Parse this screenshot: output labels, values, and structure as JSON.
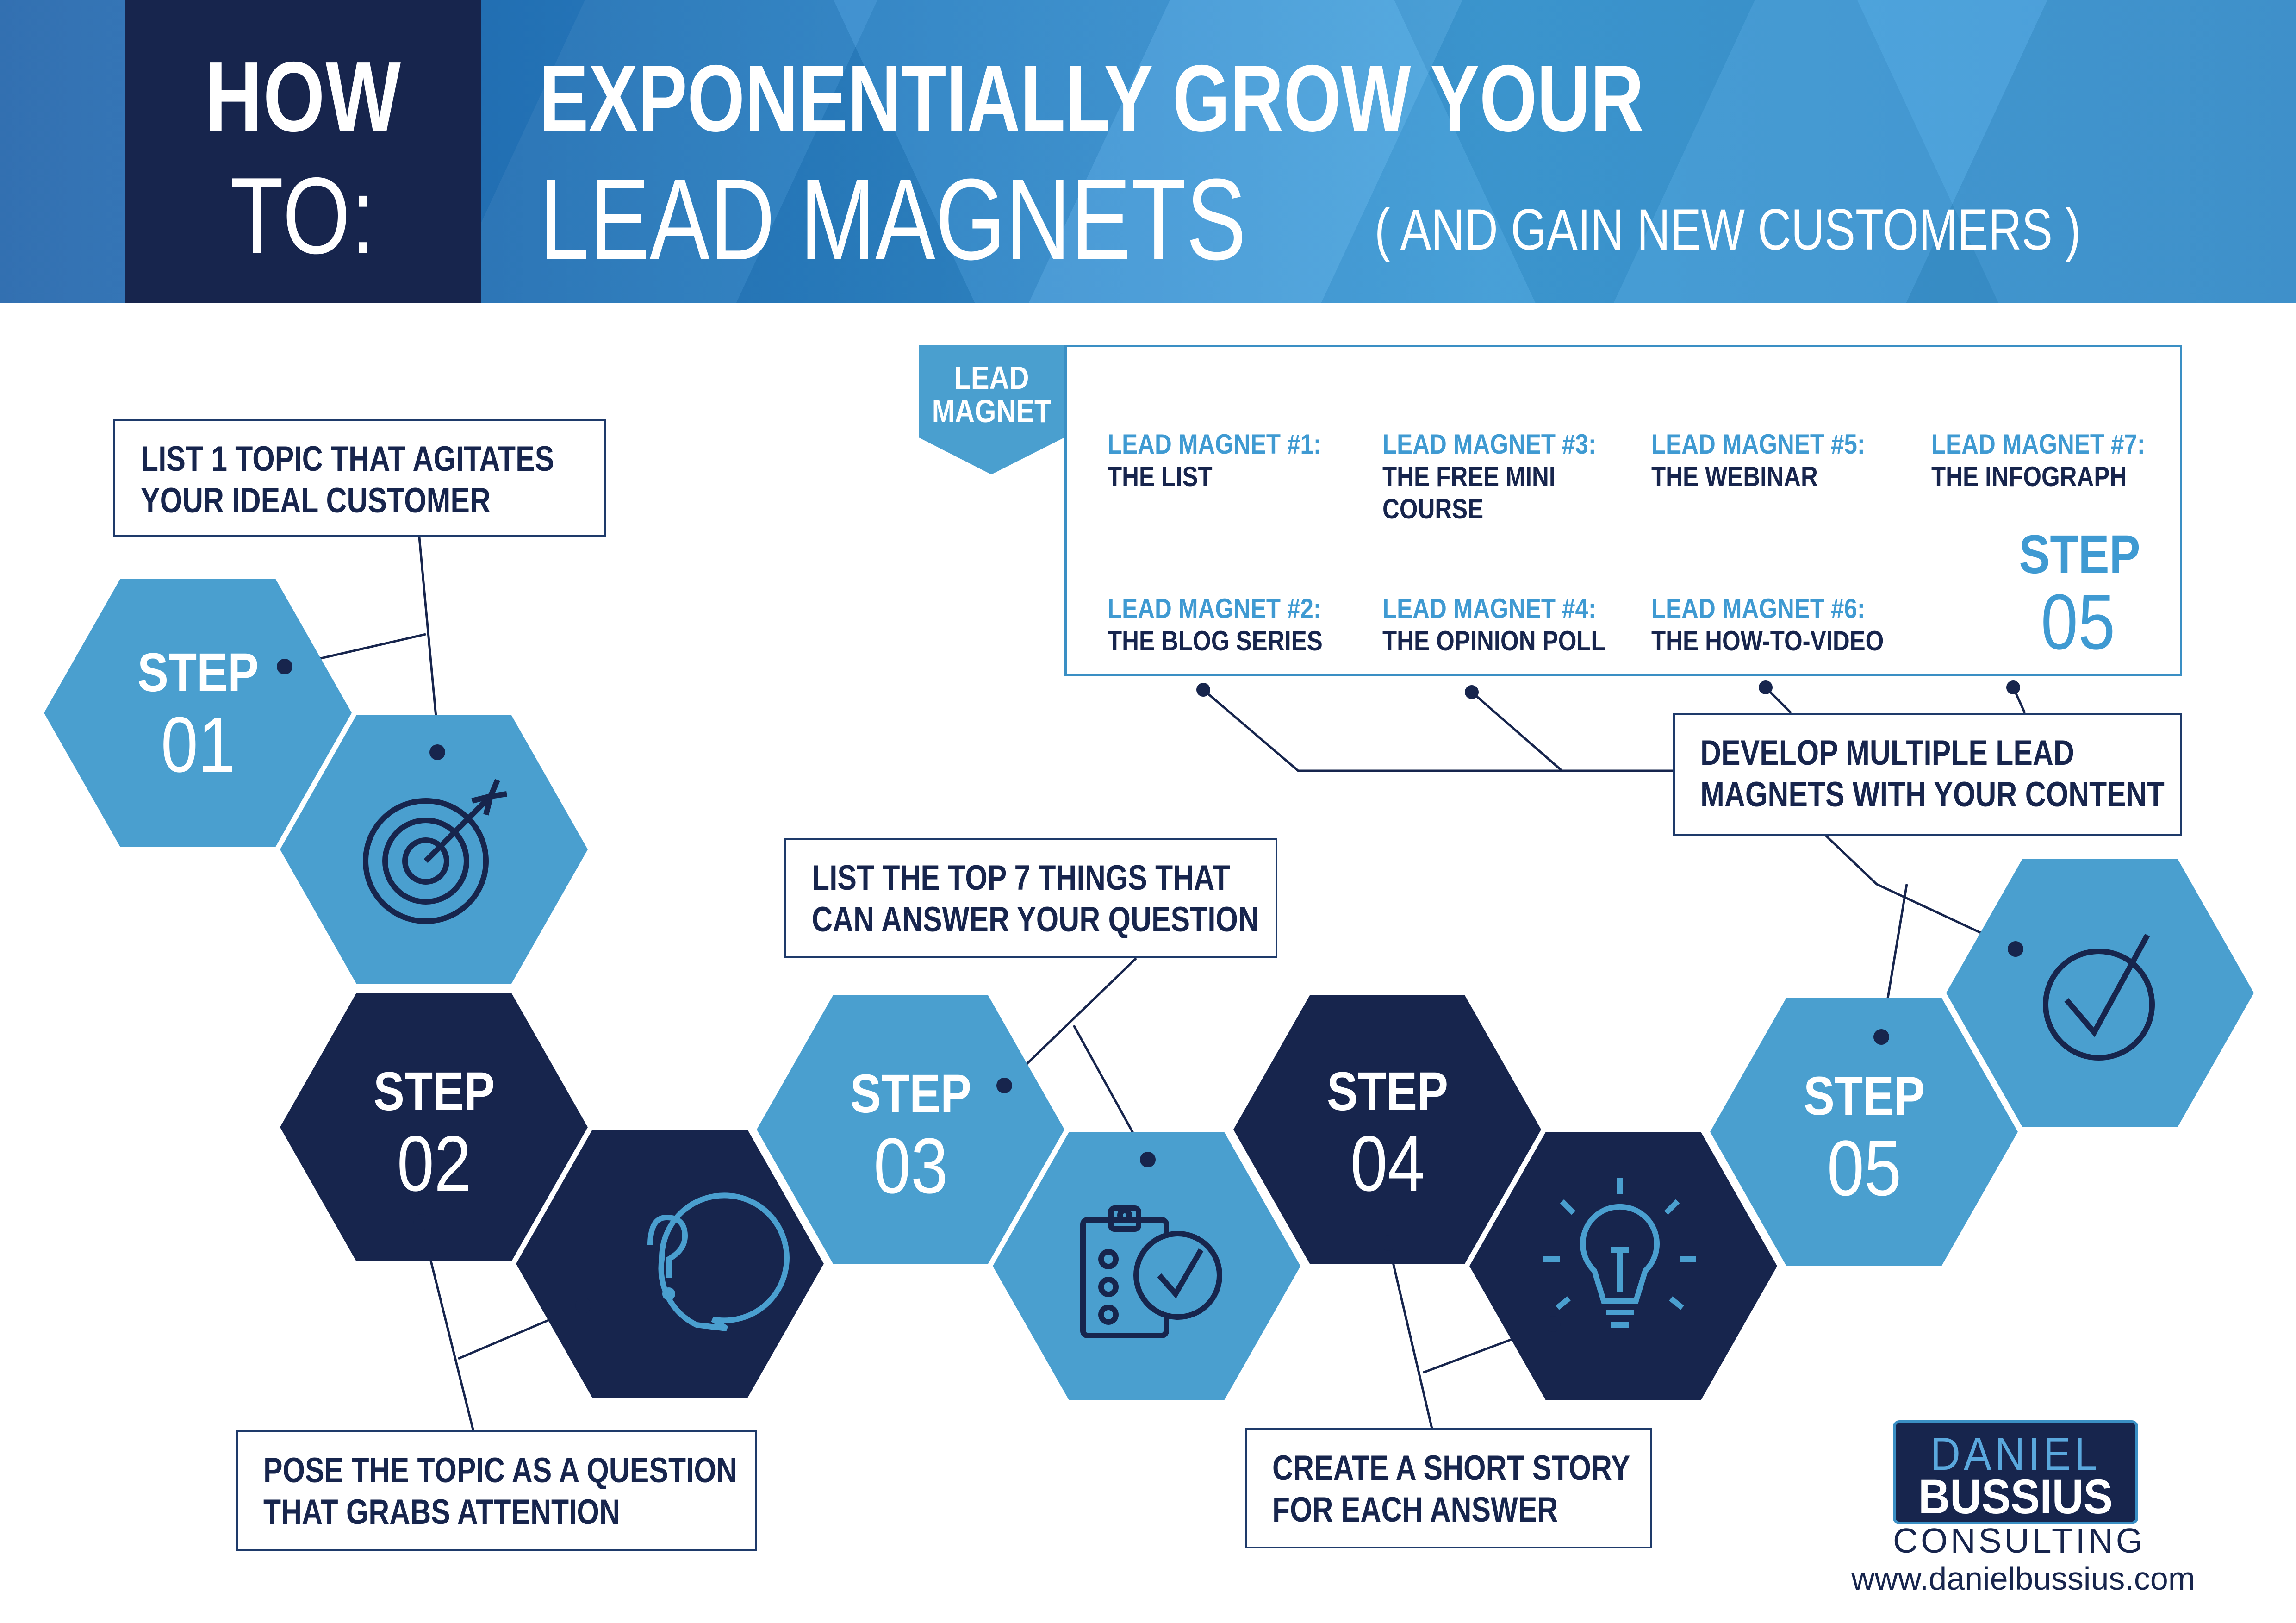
{
  "header": {
    "how_line1": "HOW",
    "how_line2": "TO:",
    "title_line1": "EXPONENTIALLY GROW YOUR",
    "title_line2": "LEAD MAGNETS",
    "title_suffix": "( AND GAIN NEW CUSTOMERS )"
  },
  "callouts": {
    "step1": "LIST 1 TOPIC THAT AGITATES\nYOUR IDEAL CUSTOMER",
    "step2": "POSE THE TOPIC AS A QUESTION\nTHAT GRABS ATTENTION",
    "step3": "LIST THE TOP 7 THINGS THAT\nCAN ANSWER YOUR QUESTION",
    "step4": "CREATE A SHORT STORY\nFOR EACH ANSWER",
    "step5": "DEVELOP MULTIPLE LEAD\nMAGNETS WITH YOUR CONTENT"
  },
  "steps": [
    {
      "word": "STEP",
      "num": "01"
    },
    {
      "word": "STEP",
      "num": "02"
    },
    {
      "word": "STEP",
      "num": "03"
    },
    {
      "word": "STEP",
      "num": "04"
    },
    {
      "word": "STEP",
      "num": "05"
    }
  ],
  "icons": [
    "target-icon",
    "question-bubble-icon",
    "checklist-icon",
    "lightbulb-icon",
    "checkmark-circle-icon"
  ],
  "lead_magnet_panel": {
    "tab_label_1": "LEAD",
    "tab_label_2": "MAGNET",
    "items": [
      {
        "tag": "LEAD MAGNET #1:",
        "name": "THE LIST",
        "icon": "document-pen-icon"
      },
      {
        "tag": "LEAD MAGNET #2:",
        "name": "THE BLOG SERIES",
        "icon": "rss-icon"
      },
      {
        "tag": "LEAD MAGNET #3:",
        "name": "THE FREE MINI\nCOURSE",
        "icon": "laptop-cursor-icon"
      },
      {
        "tag": "LEAD MAGNET #4:",
        "name": "THE OPINION POLL",
        "icon": "poll-chart-icon"
      },
      {
        "tag": "LEAD MAGNET #5:",
        "name": "THE WEBINAR",
        "icon": "video-play-icon"
      },
      {
        "tag": "LEAD MAGNET #6:",
        "name": "THE HOW-TO-VIDEO",
        "icon": "gears-icon"
      },
      {
        "tag": "LEAD MAGNET #7:",
        "name": "THE INFOGRAPH",
        "icon": "presentation-board-icon"
      }
    ],
    "step_word": "STEP",
    "step_num": "05"
  },
  "logo": {
    "line1": "DANIEL",
    "line2": "BUSSIUS",
    "line3": "CONSULTING"
  },
  "website": "www.danielbussius.com",
  "colors": {
    "navy": "#17254d",
    "light_blue": "#4a9fcf",
    "accent_blue": "#3f9ad2"
  }
}
